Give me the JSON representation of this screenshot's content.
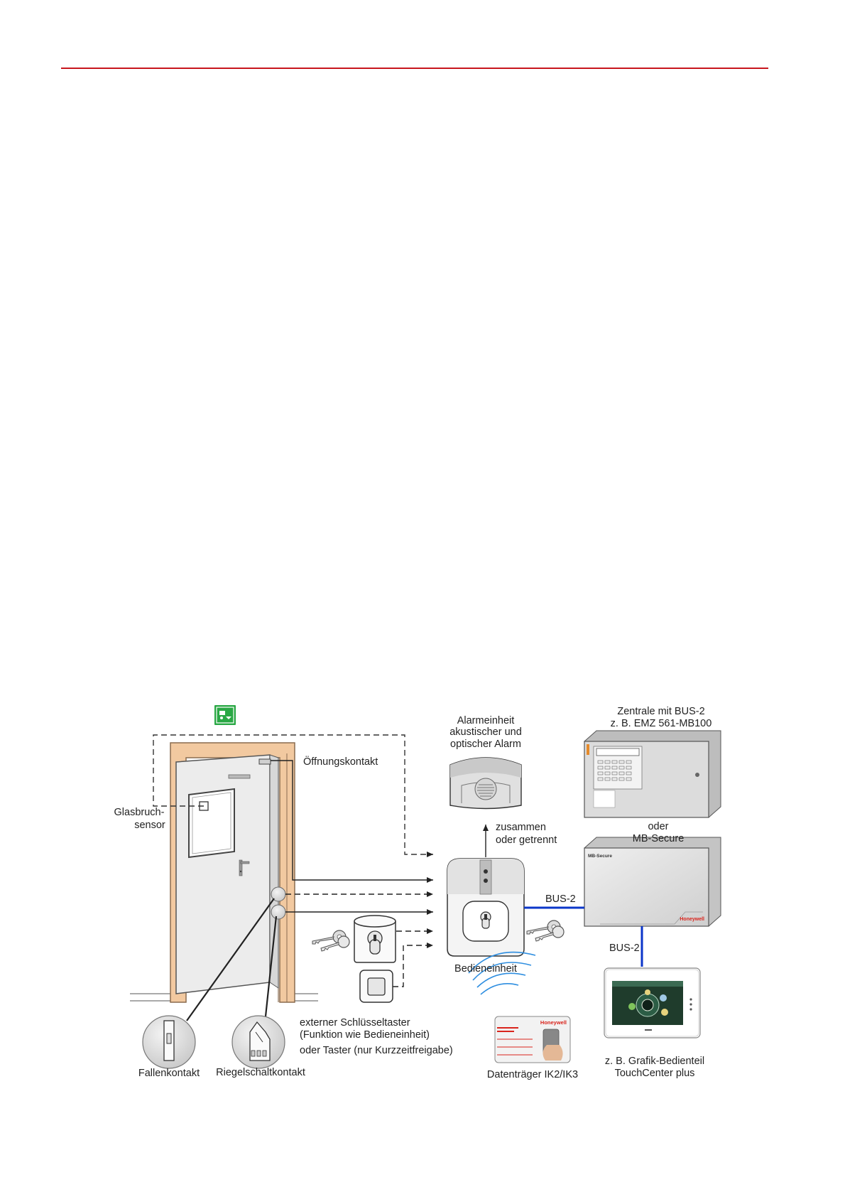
{
  "colors": {
    "header_rule": "#c8161d",
    "door_frame": "#f2c9a0",
    "door_frame_edge": "#8a6c4f",
    "door_panel": "#ececec",
    "bus_line": "#0b36c9",
    "signal_arc": "#2e8ee0",
    "emergency_sign": "#2aa845",
    "honeywell": "#d9241c"
  },
  "diagram": {
    "labels": {
      "glass_sensor_1": "Glasbruch-",
      "glass_sensor_2": "sensor",
      "opening_contact": "Öffnungskontakt",
      "alarm_unit_1": "Alarmeinheit",
      "alarm_unit_2": "akustischer und",
      "alarm_unit_3": "optischer Alarm",
      "together_1": "zusammen",
      "together_2": "oder getrennt",
      "control_unit": "Bedieneinheit",
      "central_1": "Zentrale mit BUS-2",
      "central_2": "z. B. EMZ 561-MB100",
      "or_1": "oder",
      "or_2": "MB-Secure",
      "bus_1": "BUS-2",
      "bus_2": "BUS-2",
      "ext_key_1": "externer Schlüsseltaster",
      "ext_key_2": "(Funktion wie Bedieneinheit)",
      "ext_key_3": "oder Taster (nur Kurzzeitfreigabe)",
      "latch_contact": "Fallenkontakt",
      "bolt_contact": "Riegelschaltkontakt",
      "data_carrier": "Datenträger IK2/IK3",
      "graphic_panel_1": "z. B. Grafik-Bedienteil",
      "graphic_panel_2": "TouchCenter plus"
    },
    "device_text": {
      "mb_secure_case": "MB-Secure",
      "honeywell": "Honeywell"
    },
    "icons": [
      "emergency-exit-sign-icon",
      "key-icon",
      "wireless-signal-icon",
      "lock-cylinder-icon"
    ]
  }
}
